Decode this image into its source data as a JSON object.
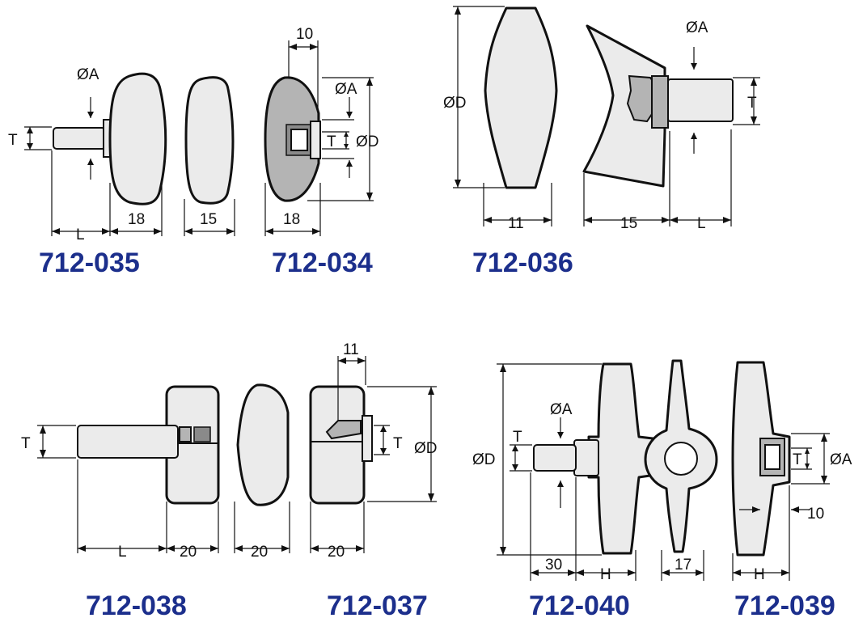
{
  "colors": {
    "code_blue": "#1c2f8c",
    "part_fill": "#ebebeb",
    "insert_fill": "#b4b4b4"
  },
  "codes": {
    "c035": "712-035",
    "c034": "712-034",
    "c036": "712-036",
    "c038": "712-038",
    "c037": "712-037",
    "c040": "712-040",
    "c039": "712-039"
  },
  "labels": {
    "dia_a": "ØA",
    "dia_d": "ØD",
    "t": "T",
    "l": "L",
    "h": "H"
  },
  "values": {
    "v10": "10",
    "v11": "11",
    "v15": "15",
    "v17": "17",
    "v18": "18",
    "v20": "20",
    "v30": "30"
  }
}
